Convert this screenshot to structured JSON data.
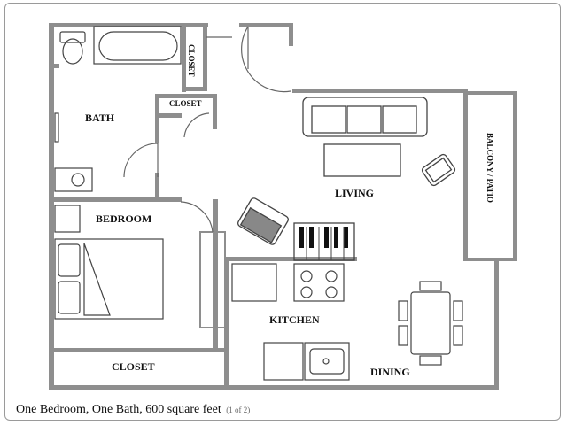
{
  "rooms": {
    "bath": "BATH",
    "closet_top": "CLOSET",
    "closet_small": "CLOSET",
    "bedroom": "BEDROOM",
    "living": "LIVING",
    "balcony": "BALCONY / PATIO",
    "kitchen": "KITCHEN",
    "closet_bottom": "CLOSET",
    "dining": "DINING"
  },
  "caption": {
    "text": "One Bedroom, One Bath, 600 square feet",
    "page": "(1 of 2)"
  },
  "colors": {
    "wall": "#8e8e8e",
    "line": "#555555",
    "fixture": "#444444"
  }
}
